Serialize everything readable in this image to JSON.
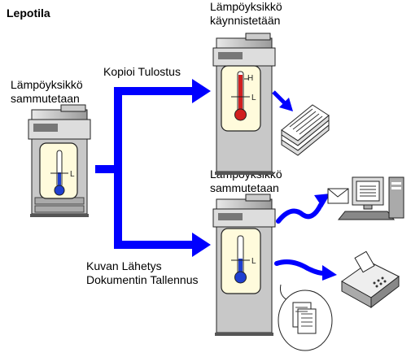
{
  "title": "Lepotila",
  "left_label": "Lämpöyksikkö\nsammutetaan",
  "top_right_label": "Lämpöyksikkö\nkäynnistetään",
  "bottom_right_label": "Lämpöyksikkö\nsammutetaan",
  "copy_print_label": "Kopioi Tulostus",
  "send_store_label": "Kuvan Lähetys\nDokumentin Tallennus",
  "thermo_left": {
    "H": "",
    "L": "L"
  },
  "thermo_top": {
    "H": "H",
    "L": "L"
  },
  "thermo_bottom": {
    "H": "",
    "L": "L"
  },
  "colors": {
    "arrow": "#0000ff",
    "hot": "#d11f1f",
    "cold": "#1f3fd1",
    "panel": "#fffbdc"
  }
}
